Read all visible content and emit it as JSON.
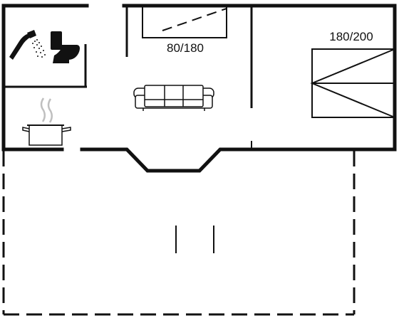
{
  "floor_plan": {
    "bed_sizes": {
      "single_bed": "80/180",
      "double_bed": "180/200"
    },
    "rooms": [
      "bathroom",
      "kitchen",
      "living-room",
      "bedroom",
      "terrace"
    ],
    "fixtures": [
      "shower-icon",
      "toilet-icon",
      "cooking-pot-icon",
      "sofa-icon",
      "single-bed-icon",
      "double-bed-icon"
    ],
    "colors": {
      "line": "#111111",
      "background": "#ffffff"
    }
  }
}
